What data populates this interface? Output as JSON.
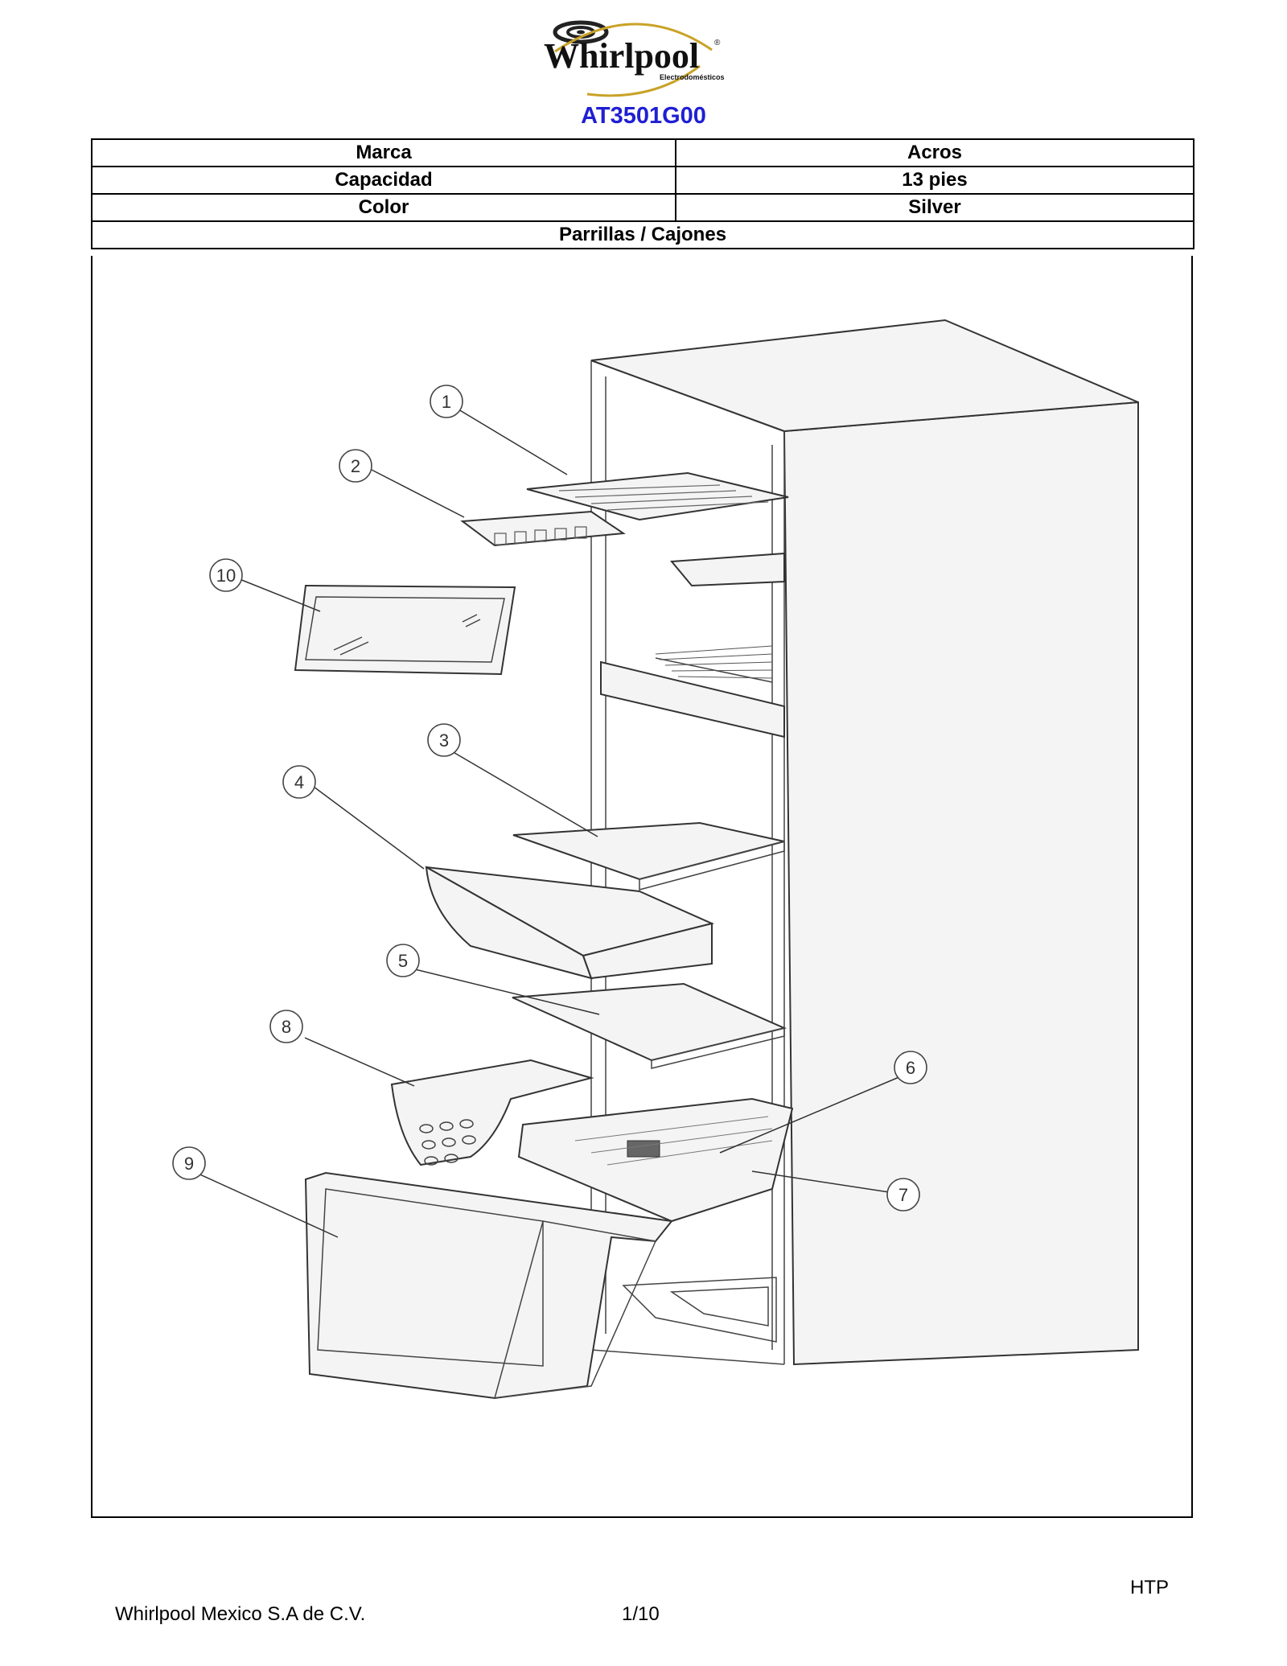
{
  "brand_logo": {
    "text": "Whirlpool",
    "subtext": "Electrodomésticos",
    "registered": "®"
  },
  "model": "AT3501G00",
  "specs": [
    {
      "label": "Marca",
      "value": "Acros"
    },
    {
      "label": "Capacidad",
      "value": "13 pies"
    },
    {
      "label": "Color",
      "value": "Silver"
    }
  ],
  "section_title": "Parrillas / Cajones",
  "callouts": [
    "1",
    "2",
    "3",
    "4",
    "5",
    "6",
    "7",
    "8",
    "9",
    "10"
  ],
  "htp": "HTP",
  "footer": {
    "company": "Whirlpool Mexico S.A de C.V.",
    "page": "1/10"
  }
}
